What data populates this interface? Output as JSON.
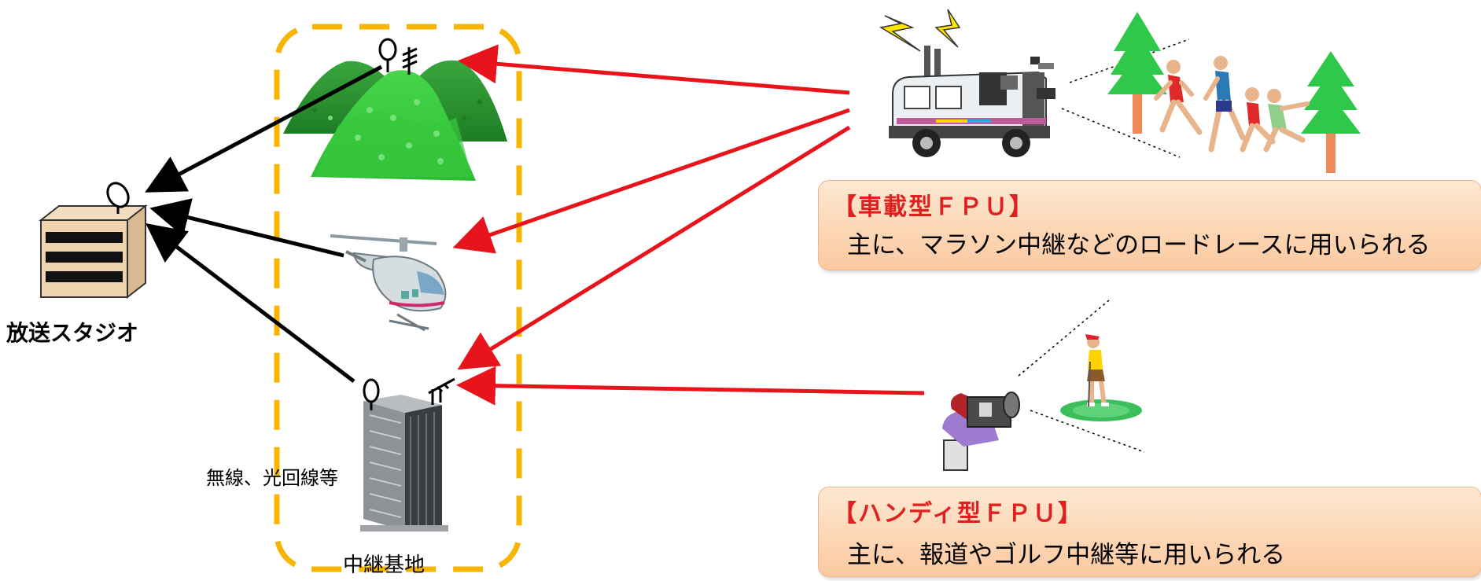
{
  "labels": {
    "studio": "放送スタジオ",
    "wire": "無線、光回線等",
    "relay_base": "中継基地"
  },
  "fpu_boxes": [
    {
      "title": "【車載型ＦＰＵ】",
      "desc": "主に、マラソン中継などのロードレースに用いられる"
    },
    {
      "title": "【ハンディ型ＦＰＵ】",
      "desc": "主に、報道やゴルフ中継等に用いられる"
    }
  ],
  "colors": {
    "signal_to_relay": "#e8141b",
    "signal_to_studio": "#000000",
    "relay_zone_border": "#f7b500",
    "title_red": "#e0201e",
    "mountain_green": "#3cc43c",
    "tree_green": "#2fc84a"
  }
}
